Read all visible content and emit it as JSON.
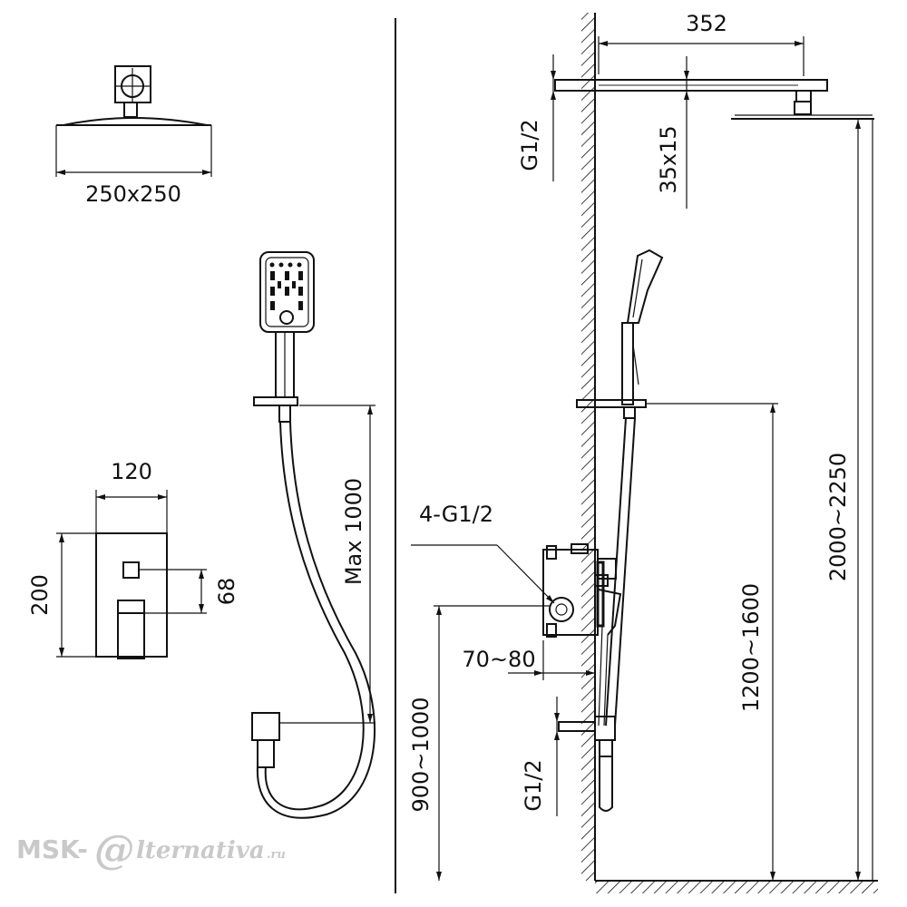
{
  "dimensions": {
    "head_size": "250x250",
    "arm_length": "352",
    "wall_pipe_top": "G1/2",
    "arm_section": "35x15",
    "valve_width": "120",
    "valve_height": "200",
    "valve_outlet_spacing": "68",
    "hose_length": "Max 1000",
    "valve_inlets": "4-G1/2",
    "valve_depth": "70~80",
    "head_height": "2000~2250",
    "holder_height": "1200~1600",
    "valve_height_floor": "900~1000",
    "wall_pipe_bottom": "G1/2"
  },
  "watermark": {
    "brand": "MSK-",
    "at": "@",
    "name": "lternativa",
    "tld": ".ru"
  }
}
